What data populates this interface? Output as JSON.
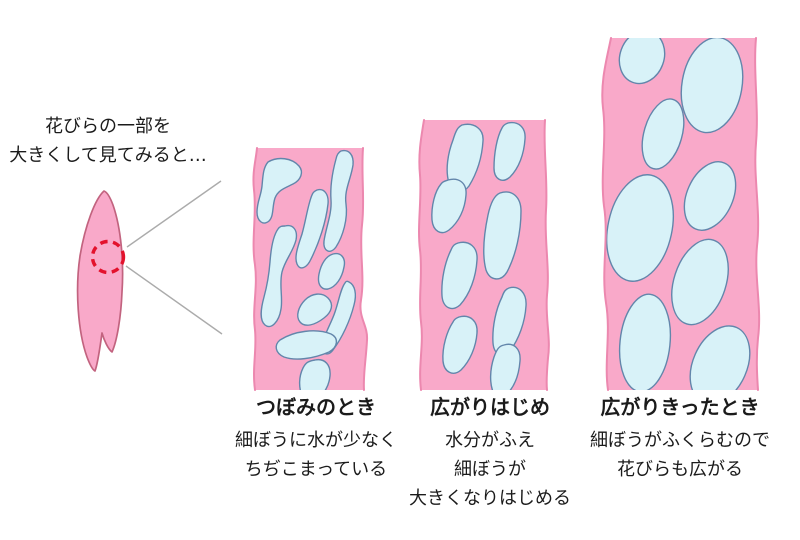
{
  "figure": {
    "intro": {
      "line1": "花びらの一部を",
      "line2": "大きくして見てみると…"
    },
    "stages": [
      {
        "title": "つぼみのとき",
        "lines": [
          "細ぼうに水が少なく",
          "ちぢこまっている"
        ]
      },
      {
        "title": "広がりはじめ",
        "lines": [
          "水分がふえ",
          "細ぼうが",
          "大きくなりはじめる"
        ]
      },
      {
        "title": "広がりきったとき",
        "lines": [
          "細ぼうがふくらむので",
          "花びらも広がる"
        ]
      }
    ],
    "icons": {
      "petal": "petal-shape",
      "magnify_circle": "red-dashed-zoom-circle",
      "guide_lines": "magnification-cone-lines"
    },
    "colors": {
      "petal_pink": "#F9A9C9",
      "petal_outline": "#C2637F",
      "tissue_edge": "#EC88AF",
      "cell_fill": "#D8F2F8",
      "cell_outline": "#6386AB",
      "highlight_red": "#E3122D",
      "guide_gray": "#ABABAB",
      "text": "#1B1B1B",
      "background": "#FFFFFF"
    }
  }
}
